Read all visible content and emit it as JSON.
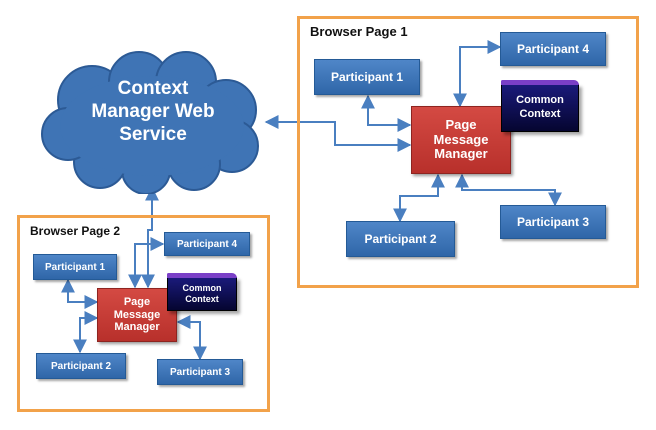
{
  "cloud": {
    "line1": "Context",
    "line2": "Manager Web",
    "line3": "Service"
  },
  "page1": {
    "title": "Browser Page 1",
    "participant1": "Participant  1",
    "participant2": "Participant  2",
    "participant3": "Participant  3",
    "participant4": "Participant  4",
    "manager": {
      "line1": "Page",
      "line2": "Message",
      "line3": "Manager"
    },
    "context": {
      "line1": "Common",
      "line2": "Context"
    }
  },
  "page2": {
    "title": "Browser Page 2",
    "participant1": "Participant 1",
    "participant2": "Participant 2",
    "participant3": "Participant 3",
    "participant4": "Participant 4",
    "manager": {
      "line1": "Page",
      "line2": "Message",
      "line3": "Manager"
    },
    "context": {
      "line1": "Common",
      "line2": "Context"
    }
  },
  "colors": {
    "frame": "#f2a24a",
    "participant": "#3d75b9",
    "manager": "#c63b35",
    "context": "#0b0b4a",
    "cloud": "#3f74b5",
    "arrow": "#4a7fc0"
  }
}
